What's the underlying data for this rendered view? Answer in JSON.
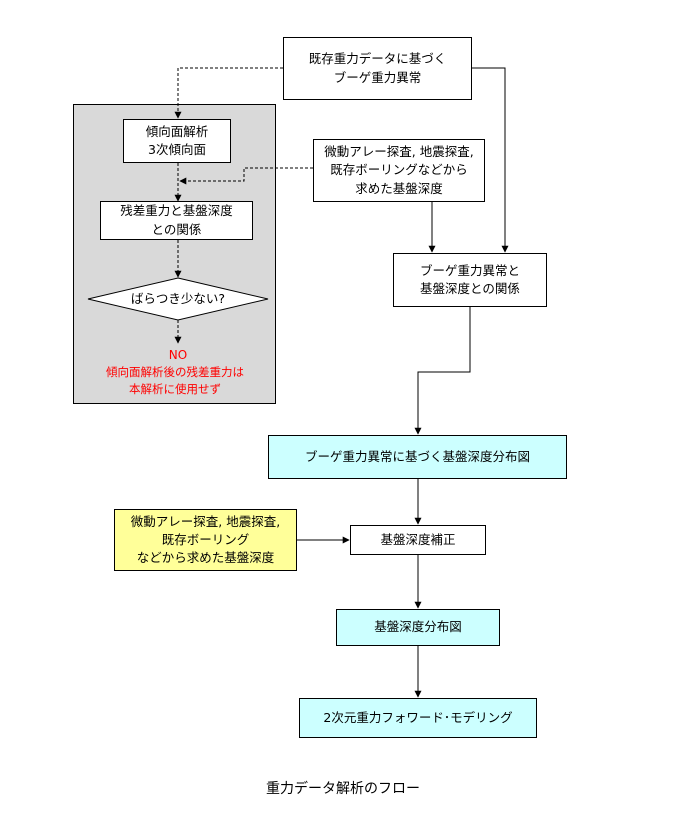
{
  "nodes": {
    "bouguer_from_existing": "既存重力データに基づく\nブーゲ重力異常",
    "trend_surface": "傾向面解析\n3次傾向面",
    "existing_depth_top": "微動アレー探査, 地震探査,\n既存ボーリングなどから\n求めた基盤深度",
    "residual_relation": "残差重力と基盤深度\nとの関係",
    "variance_decision": "ばらつき少ない?",
    "no_label": "NO",
    "red_note": "傾向面解析後の残差重力は\n本解析に使用せず",
    "bouguer_depth_relation": "ブーゲ重力異常と\n基盤深度との関係",
    "depth_distribution_from_bouguer": "ブーゲ重力異常に基づく基盤深度分布図",
    "existing_depth_bottom": "微動アレー探査, 地震探査,\n既存ボーリング\nなどから求めた基盤深度",
    "depth_correction": "基盤深度補正",
    "depth_distribution": "基盤深度分布図",
    "forward_modeling": "2次元重力フォワード･モデリング"
  },
  "caption": "重力データ解析のフロー"
}
